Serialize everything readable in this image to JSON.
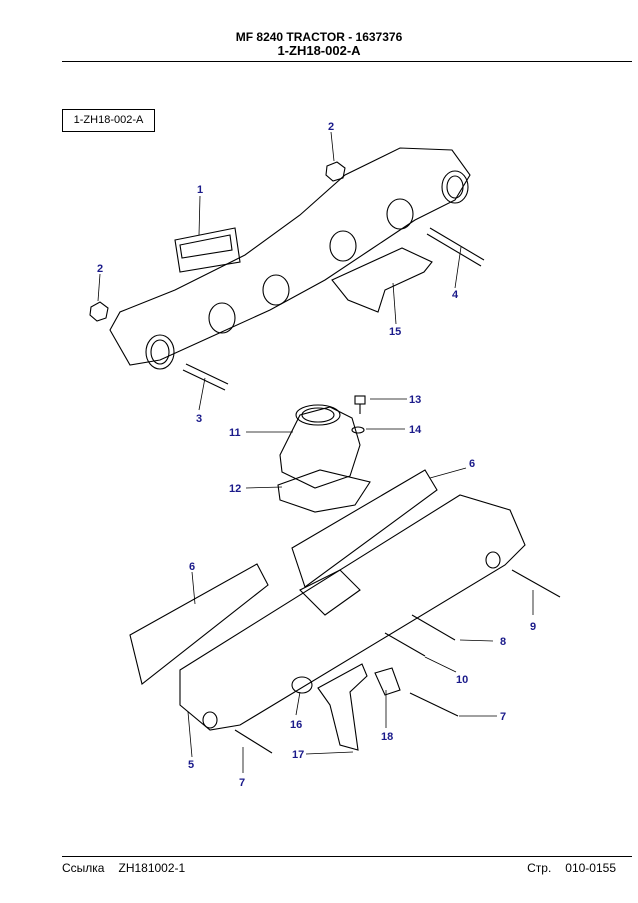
{
  "header": {
    "title": "MF 8240 TRACTOR - 1637376",
    "code": "1-ZH18-002-A"
  },
  "reference_box": "1-ZH18-002-A",
  "callouts": {
    "c1": "1",
    "c2a": "2",
    "c2b": "2",
    "c3": "3",
    "c4": "4",
    "c5": "5",
    "c6a": "6",
    "c6b": "6",
    "c7a": "7",
    "c7b": "7",
    "c8": "8",
    "c9": "9",
    "c10": "10",
    "c11": "11",
    "c12": "12",
    "c13": "13",
    "c14": "14",
    "c15": "15",
    "c16": "16",
    "c17": "17",
    "c18": "18"
  },
  "footer": {
    "ref_label": "Ссылка",
    "ref_value": "ZH181002-1",
    "page_label": "Стр.",
    "page_value": "010-0155"
  },
  "colors": {
    "callout": "#1a1a8a",
    "line": "#000000"
  }
}
